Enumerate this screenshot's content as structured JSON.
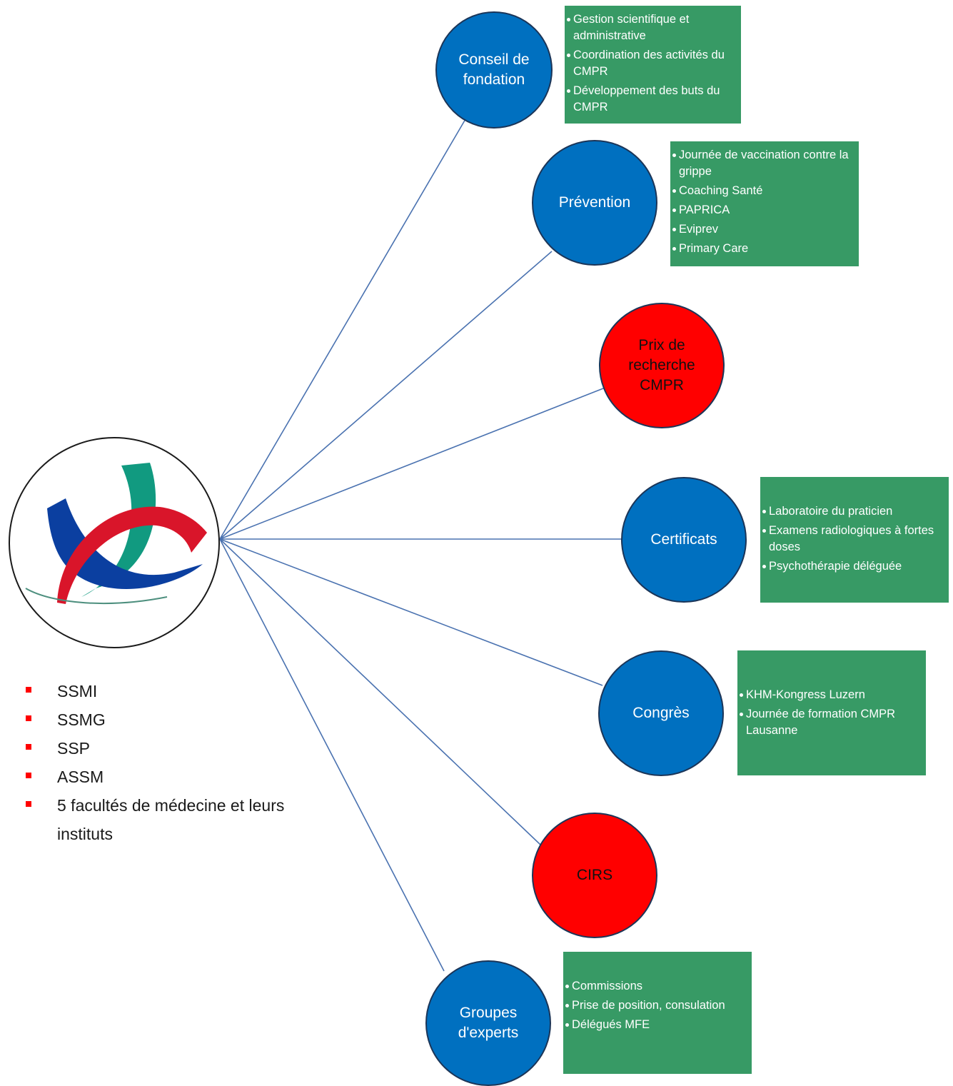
{
  "colors": {
    "node_blue": "#0070c0",
    "node_red": "#ff0000",
    "box_green": "#379a65",
    "connector": "#4a72b0",
    "bullet_red": "#ff0000"
  },
  "logo": {
    "name": "cmpr-logo",
    "colors": [
      "#0b3fa0",
      "#119a80",
      "#d9152a"
    ]
  },
  "nodes": [
    {
      "label": "Conseil de fondation",
      "color": "blue",
      "items": [
        "Gestion scientifique et administrative",
        "Coordination des activités du CMPR",
        "Développement des buts du CMPR"
      ]
    },
    {
      "label": "Prévention",
      "color": "blue",
      "items": [
        "Journée de vaccination contre la grippe",
        "Coaching Santé",
        "PAPRICA",
        "Eviprev",
        "Primary Care"
      ]
    },
    {
      "label": "Prix de recherche CMPR",
      "color": "red",
      "items": []
    },
    {
      "label": "Certificats",
      "color": "blue",
      "items": [
        "Laboratoire du praticien",
        "Examens radiologiques à fortes doses",
        "Psychothérapie déléguée"
      ]
    },
    {
      "label": "Congrès",
      "color": "blue",
      "items": [
        "KHM-Kongress Luzern",
        "Journée de formation CMPR Lausanne"
      ]
    },
    {
      "label": "CIRS",
      "color": "red",
      "items": []
    },
    {
      "label": "Groupes d'experts",
      "color": "blue",
      "items": [
        "Commissions",
        "Prise de position, consulation",
        "Délégués MFE"
      ]
    }
  ],
  "members": [
    "SSMI",
    "SSMG",
    "SSP",
    "ASSM",
    "5 facultés de médecine et leurs instituts"
  ]
}
